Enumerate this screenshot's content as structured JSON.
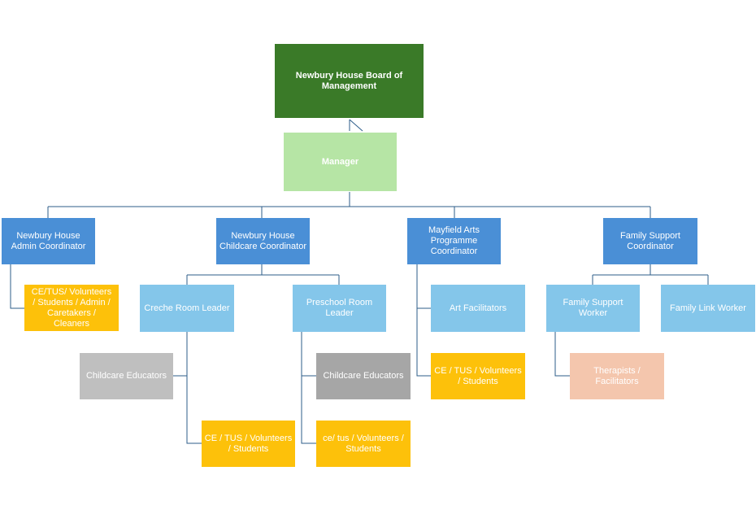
{
  "colors": {
    "board": "#3a7a28",
    "manager": "#b6e5a5",
    "coordinator": "#4a8fd6",
    "leader": "#84c6ea",
    "volunteer": "#fdc10a",
    "educator_light": "#bfbfbf",
    "educator_dark": "#a6a6a6",
    "therapist": "#f4c6ad",
    "line": "#2d5d8a"
  },
  "nodes": {
    "board": "Newbury House Board of Management",
    "manager": "Manager",
    "admin_coordinator": "Newbury House Admin Coordinator",
    "childcare_coordinator": "Newbury House Childcare Coordinator",
    "arts_coordinator": "Mayfield Arts Programme Coordinator",
    "family_support_coordinator": "Family Support Coordinator",
    "admin_volunteers": "CE/TUS/ Volunteers / Students / Admin / Caretakers  / Cleaners",
    "creche_leader": "Creche Room Leader",
    "preschool_leader": "Preschool Room Leader",
    "art_facilitators": "Art Facilitators",
    "family_support_worker": "Family Support Worker",
    "family_link_worker": "Family Link Worker",
    "creche_educators": "Childcare Educators",
    "preschool_educators": "Childcare Educators",
    "arts_volunteers": "CE / TUS / Volunteers /  Students",
    "therapists": "Therapists / Facilitators",
    "creche_volunteers": "CE / TUS / Volunteers / Students",
    "preschool_volunteers": "ce/ tus  / Volunteers / Students"
  }
}
